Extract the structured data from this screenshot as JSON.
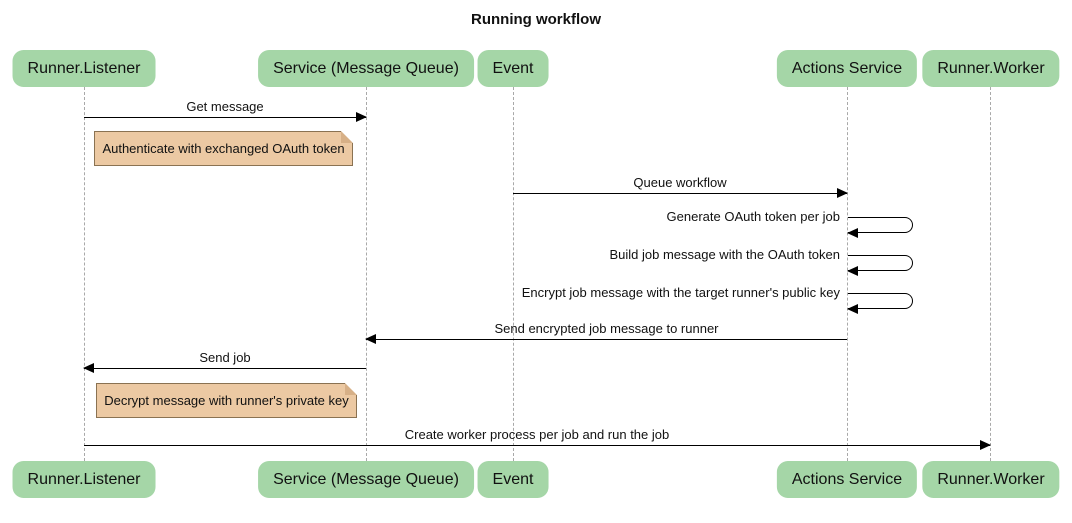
{
  "title": "Running workflow",
  "colors": {
    "actor_fill": "#a5d6a7",
    "actor_text": "#111111",
    "note_fill": "#ecc9a3",
    "note_border": "#8a7252",
    "note_fold": "#d7b087",
    "lifeline": "#a9a9a9",
    "line": "#000000",
    "background": "#ffffff"
  },
  "actors": [
    {
      "label": "Runner.Listener"
    },
    {
      "label": "Service (Message Queue)"
    },
    {
      "label": "Event"
    },
    {
      "label": "Actions Service"
    },
    {
      "label": "Runner.Worker"
    }
  ],
  "messages": [
    {
      "label": "Get message",
      "from": "Runner.Listener",
      "to": "Service (Message Queue)",
      "type": "solid-arrow"
    },
    {
      "label": "Queue workflow",
      "from": "Event",
      "to": "Actions Service",
      "type": "solid-arrow"
    },
    {
      "label": "Generate OAuth token per job",
      "from": "Actions Service",
      "to": "Actions Service",
      "type": "self-loop"
    },
    {
      "label": "Build job message with the OAuth token",
      "from": "Actions Service",
      "to": "Actions Service",
      "type": "self-loop"
    },
    {
      "label": "Encrypt job message with the target runner's public key",
      "from": "Actions Service",
      "to": "Actions Service",
      "type": "self-loop"
    },
    {
      "label": "Send encrypted job message to runner",
      "from": "Actions Service",
      "to": "Service (Message Queue)",
      "type": "solid-arrow"
    },
    {
      "label": "Send job",
      "from": "Service (Message Queue)",
      "to": "Runner.Listener",
      "type": "solid-arrow"
    },
    {
      "label": "Create worker process per job and run the job",
      "from": "Runner.Listener",
      "to": "Runner.Worker",
      "type": "solid-arrow"
    }
  ],
  "notes": [
    {
      "label": "Authenticate with exchanged OAuth token",
      "anchor": "Runner.Listener"
    },
    {
      "label": "Decrypt message with runner's private key",
      "anchor": "Runner.Listener"
    }
  ]
}
